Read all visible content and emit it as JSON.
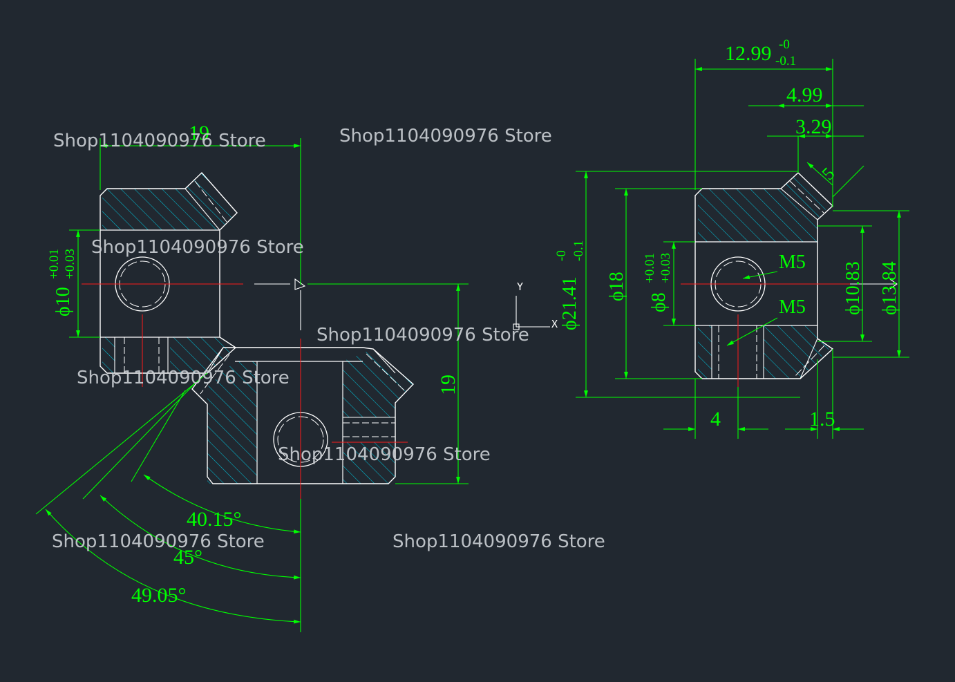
{
  "watermark": "Shop1104090976 Store",
  "colors": {
    "background": "#212830",
    "outline": "#ffffff",
    "dimension": "#00ff00",
    "centerline": "#ff1a1a",
    "hatch": "#00bcd4"
  },
  "ucs": {
    "y_label": "Y",
    "x_label": "X"
  },
  "left_view": {
    "width_top": "19",
    "height_right": "19",
    "bore_diameter": "ϕ10",
    "bore_tol_upper": "+0.01",
    "bore_tol_lower": "+0.03",
    "angles": [
      "40.15°",
      "45°",
      "49.05°"
    ]
  },
  "right_view": {
    "overall_width": "12.99",
    "overall_tol_upper": "-0",
    "overall_tol_lower": "-0.1",
    "dim_a": "4.99",
    "dim_b": "3.29",
    "face_width": "5",
    "outer_diameter": "ϕ21.41",
    "outer_tol_upper": "-0",
    "outer_tol_lower": "-0.1",
    "hub_diameter": "ϕ18",
    "bore_diameter": "ϕ8",
    "bore_tol_upper": "+0.01",
    "bore_tol_lower": "+0.03",
    "inner_diameter_a": "ϕ10.83",
    "inner_diameter_b": "ϕ13.84",
    "thread_top": "M5",
    "thread_bottom": "M5",
    "hub_length": "4",
    "offset": "1.5"
  }
}
